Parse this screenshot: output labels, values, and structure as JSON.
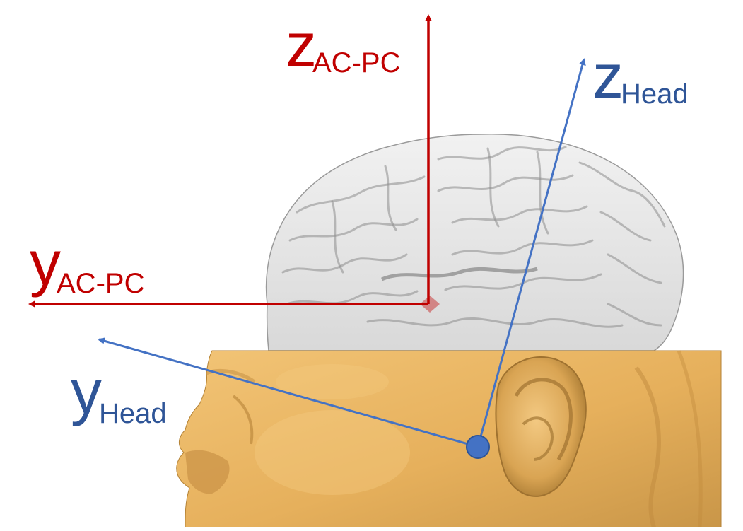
{
  "colors": {
    "acpc": "#c00000",
    "head": "#4472c4",
    "head_label": "#2f5597",
    "skin": "#e8b562",
    "skin_shadow": "#b48235",
    "brain": "#d9d9d9",
    "brain_outline": "#8c8c8c"
  },
  "labels": {
    "z_acpc": {
      "main": "z",
      "sub": "AC-PC"
    },
    "y_acpc": {
      "main": "y",
      "sub": "AC-PC"
    },
    "z_head": {
      "main": "z",
      "sub": "Head"
    },
    "y_head": {
      "main": "y",
      "sub": "Head"
    }
  },
  "figure": {
    "brain": "translucent-cortex-surface",
    "head": "rendered-head-surface"
  }
}
